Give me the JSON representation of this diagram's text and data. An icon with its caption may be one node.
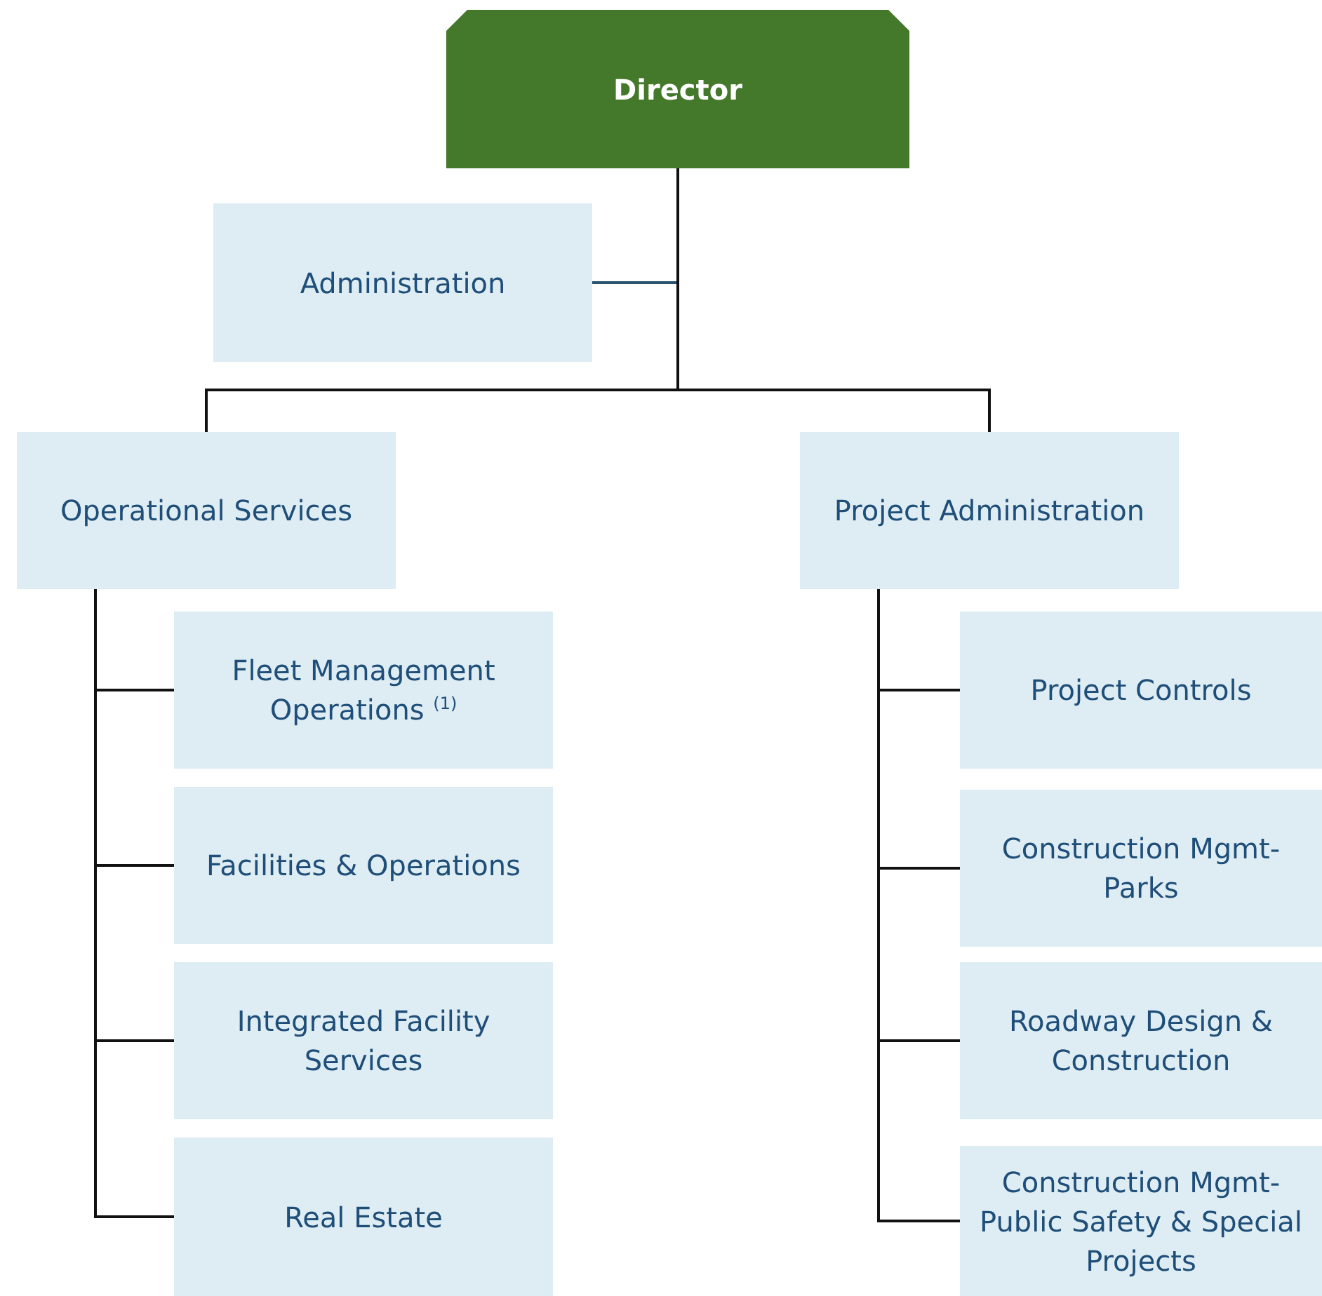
{
  "diagram": {
    "nodes": [
      {
        "text": [
          "Director"
        ]
      },
      {
        "text": [
          "Administration"
        ]
      },
      {
        "text": [
          "Operational Services"
        ]
      },
      {
        "text": [
          "Project Administration"
        ]
      },
      {
        "text": [
          "Fleet Management Operations $^{(1)}$"
        ]
      },
      {
        "text": [
          "Facilities & Operations"
        ]
      },
      {
        "text": [
          "Integrated Facility Services"
        ]
      },
      {
        "text": [
          "Real Estate"
        ]
      },
      {
        "text": [
          "Project Controls"
        ]
      },
      {
        "text": [
          "Construction Mgmt-Parks"
        ]
      },
      {
        "text": [
          "Roadway Design & Construction"
        ]
      },
      {
        "text": [
          "Construction Mgmt-Public Safety & Special Projects"
        ]
      }
    ],
    "edges": [
      {
        "from": 0,
        "to": 1,
        "arrow": "none",
        "color": "#2a5470"
      },
      {
        "from": 0,
        "to": 2,
        "arrow": "none"
      },
      {
        "from": 0,
        "to": 3,
        "arrow": "none"
      },
      {
        "from": 2,
        "to": 4,
        "arrow": "none"
      },
      {
        "from": 2,
        "to": 5,
        "arrow": "none"
      },
      {
        "from": 2,
        "to": 6,
        "arrow": "none"
      },
      {
        "from": 2,
        "to": 7,
        "arrow": "none"
      },
      {
        "from": 3,
        "to": 8,
        "arrow": "none"
      },
      {
        "from": 3,
        "to": 9,
        "arrow": "none"
      },
      {
        "from": 3,
        "to": 10,
        "arrow": "none"
      },
      {
        "from": 3,
        "to": 11,
        "arrow": "none"
      }
    ]
  }
}
